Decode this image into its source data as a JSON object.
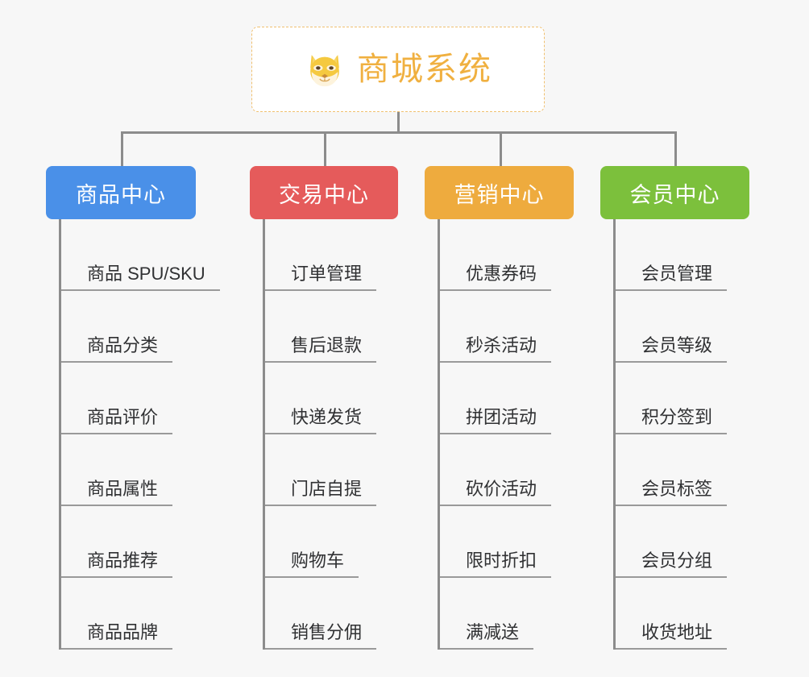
{
  "root": {
    "title": "商城系统",
    "logo_icon": "shiba-dog-icon",
    "border_color": "#f0c070",
    "title_color": "#f0b040"
  },
  "connector": {
    "color": "#8c8c8c"
  },
  "branches": [
    {
      "id": "product-center",
      "label": "商品中心",
      "color": "#4a90e8",
      "items": [
        "商品 SPU/SKU",
        "商品分类",
        "商品评价",
        "商品属性",
        "商品推荐",
        "商品品牌"
      ]
    },
    {
      "id": "trade-center",
      "label": "交易中心",
      "color": "#e55b5b",
      "items": [
        "订单管理",
        "售后退款",
        "快递发货",
        "门店自提",
        "购物车",
        "销售分佣"
      ]
    },
    {
      "id": "marketing-center",
      "label": "营销中心",
      "color": "#eeab3e",
      "items": [
        "优惠券码",
        "秒杀活动",
        "拼团活动",
        "砍价活动",
        "限时折扣",
        "满减送"
      ]
    },
    {
      "id": "member-center",
      "label": "会员中心",
      "color": "#7cc councils"
    }
  ]
}
